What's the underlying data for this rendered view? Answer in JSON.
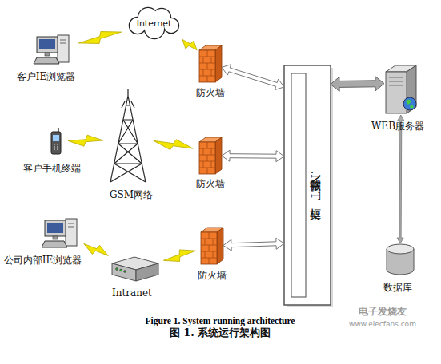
{
  "diagram": {
    "caption": "Figure 1. System running architecture",
    "nodes": [
      {
        "text": [
          "客户IE浏览器"
        ]
      },
      {
        "text": [
          "Internet"
        ]
      },
      {
        "text": [
          "防火墙"
        ]
      },
      {
        "text": [
          "客户手机终端"
        ]
      },
      {
        "text": [
          "GSM网络"
        ]
      },
      {
        "text": [
          "防火墙"
        ]
      },
      {
        "text": [
          "公司内部IE浏览器"
        ]
      },
      {
        "text": [
          "Intranet"
        ]
      },
      {
        "text": [
          "防火墙"
        ]
      },
      {
        "text": [
          "微软.NET框架"
        ]
      },
      {
        "text": [
          "WEB服务器"
        ]
      },
      {
        "text": [
          "数据库"
        ]
      }
    ],
    "edges": [
      {
        "from": 0,
        "to": 1,
        "arrow": "none"
      },
      {
        "from": 1,
        "to": 2,
        "arrow": "none"
      },
      {
        "from": 3,
        "to": 4,
        "arrow": "none"
      },
      {
        "from": 4,
        "to": 5,
        "arrow": "none"
      },
      {
        "from": 6,
        "to": 7,
        "arrow": "none"
      },
      {
        "from": 7,
        "to": 8,
        "arrow": "none"
      },
      {
        "from": 2,
        "to": 9,
        "arrow": "both"
      },
      {
        "from": 5,
        "to": 9,
        "arrow": "both"
      },
      {
        "from": 8,
        "to": 9,
        "arrow": "both"
      },
      {
        "from": 9,
        "to": 10,
        "arrow": "both"
      },
      {
        "from": 10,
        "to": 11,
        "arrow": "both"
      }
    ],
    "labels": [
      "图 1. 系统运行架构图",
      "电子发烧友",
      "www.elecfans.com"
    ]
  }
}
